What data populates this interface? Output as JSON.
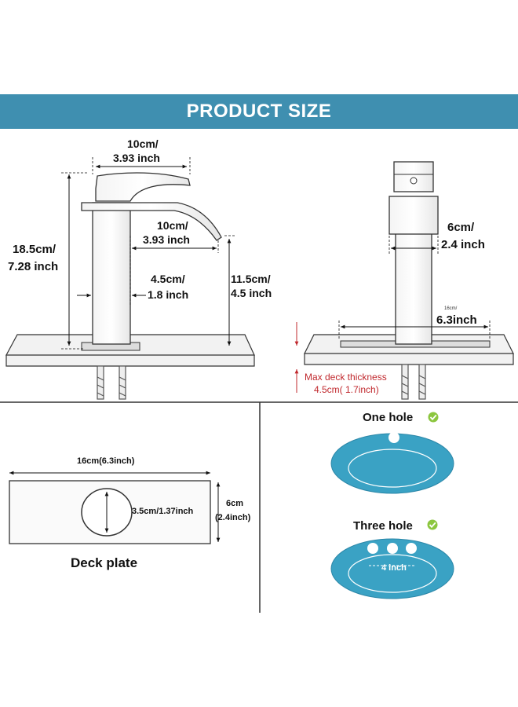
{
  "header": {
    "title": "PRODUCT SIZE"
  },
  "colors": {
    "banner": "#3f8fb0",
    "sink": "#3aa2c4",
    "check": "#8cc63f",
    "warning": "#c0282d"
  },
  "front_view": {
    "spout_length_line1": "10cm/",
    "spout_length_line2": "3.93 inch",
    "spout_reach_line1": "10cm/",
    "spout_reach_line2": "3.93 inch",
    "total_height_line1": "18.5cm/",
    "total_height_line2": "7.28 inch",
    "body_width_line1": "4.5cm/",
    "body_width_line2": "1.8 inch",
    "spout_height_line1": "11.5cm/",
    "spout_height_line2": "4.5 inch"
  },
  "side_view": {
    "body_depth_line1": "6cm/",
    "body_depth_line2": "2.4 inch",
    "plate_small": "16cm/",
    "plate_length": "6.3inch",
    "deck_thickness_title": "Max deck thickness",
    "deck_thickness_value": "4.5cm( 1.7inch)"
  },
  "deck_plate": {
    "length": "16cm(6.3inch)",
    "hole_diameter": "3.5cm/1.37inch",
    "width_line1": "6cm",
    "width_line2": "(2.4inch)",
    "label": "Deck plate"
  },
  "installation": {
    "one_hole": "One hole",
    "three_hole": "Three hole",
    "spacing": "4 inch",
    "check_icon": "check-circle-icon"
  }
}
